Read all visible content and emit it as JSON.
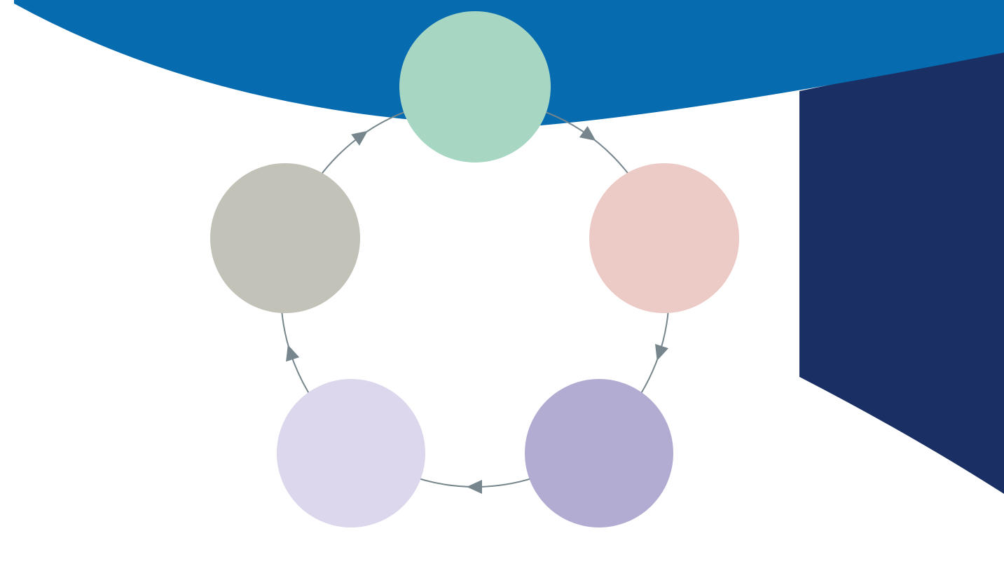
{
  "colors": {
    "background": "#ffffff",
    "banner_blue": "#076bb0",
    "navy_panel": "#1a2f63",
    "cycle_line": "#76868c"
  },
  "cycle": {
    "direction": "clockwise",
    "nodes": [
      {
        "id": "node-top",
        "color": "#a7d6c3"
      },
      {
        "id": "node-right",
        "color": "#eccac5"
      },
      {
        "id": "node-bottom-right",
        "color": "#b3acd2"
      },
      {
        "id": "node-bottom-left",
        "color": "#dcd7ec"
      },
      {
        "id": "node-left",
        "color": "#c2c2b9"
      }
    ]
  }
}
